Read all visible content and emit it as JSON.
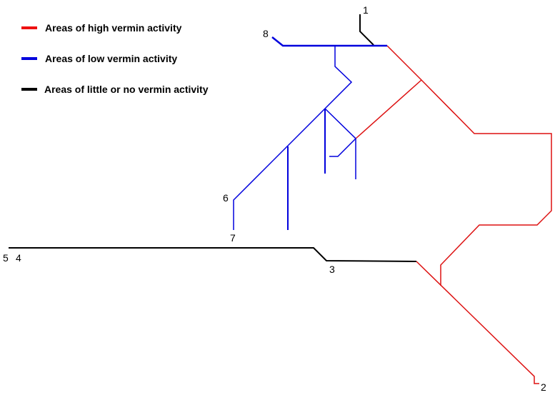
{
  "legend": [
    {
      "label": "Areas of high vermin activity",
      "color": "#ee1111"
    },
    {
      "label": "Areas of low vermin activity",
      "color": "#0000dd"
    },
    {
      "label": "Areas of little or no vermin activity",
      "color": "#000000"
    }
  ],
  "node_labels": [
    "1",
    "2",
    "3",
    "5",
    "4",
    "6",
    "7",
    "8"
  ]
}
